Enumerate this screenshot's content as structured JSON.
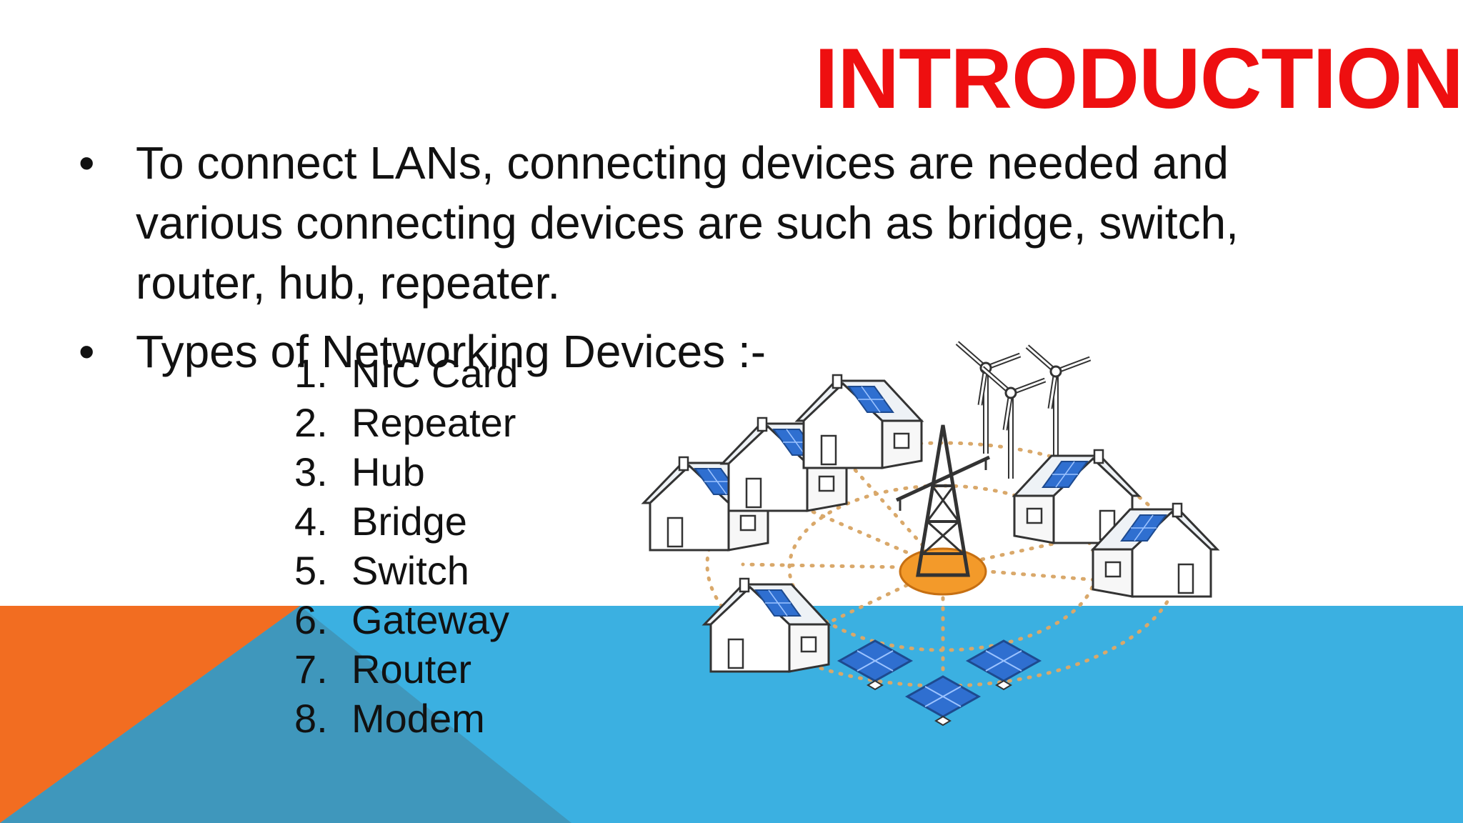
{
  "slide": {
    "title": "INTRODUCTION",
    "bullets": [
      {
        "text": "To connect LANs, connecting devices are  needed and various connecting devices are  such as bridge, switch, router, hub,  repeater."
      },
      {
        "text": "Types of Networking Devices :-"
      }
    ],
    "bullet_mark": "•",
    "device_list": [
      {
        "num": "1.",
        "label": "NIC Card"
      },
      {
        "num": "2.",
        "label": "Repeater"
      },
      {
        "num": "3.",
        "label": "Hub"
      },
      {
        "num": "4.",
        "label": "Bridge"
      },
      {
        "num": "5.",
        "label": "Switch"
      },
      {
        "num": "6.",
        "label": "Gateway"
      },
      {
        "num": "7.",
        "label": "Router"
      },
      {
        "num": "8.",
        "label": "Modem"
      }
    ],
    "colors": {
      "title": "#ee0f10",
      "band_blue": "#3bb0e1",
      "band_orange": "#f26d21",
      "band_triangle": "#3f97bc",
      "solar_panel": "#2f6fd0",
      "tower_base": "#f39a2a",
      "dots": "#d9a86a"
    }
  }
}
